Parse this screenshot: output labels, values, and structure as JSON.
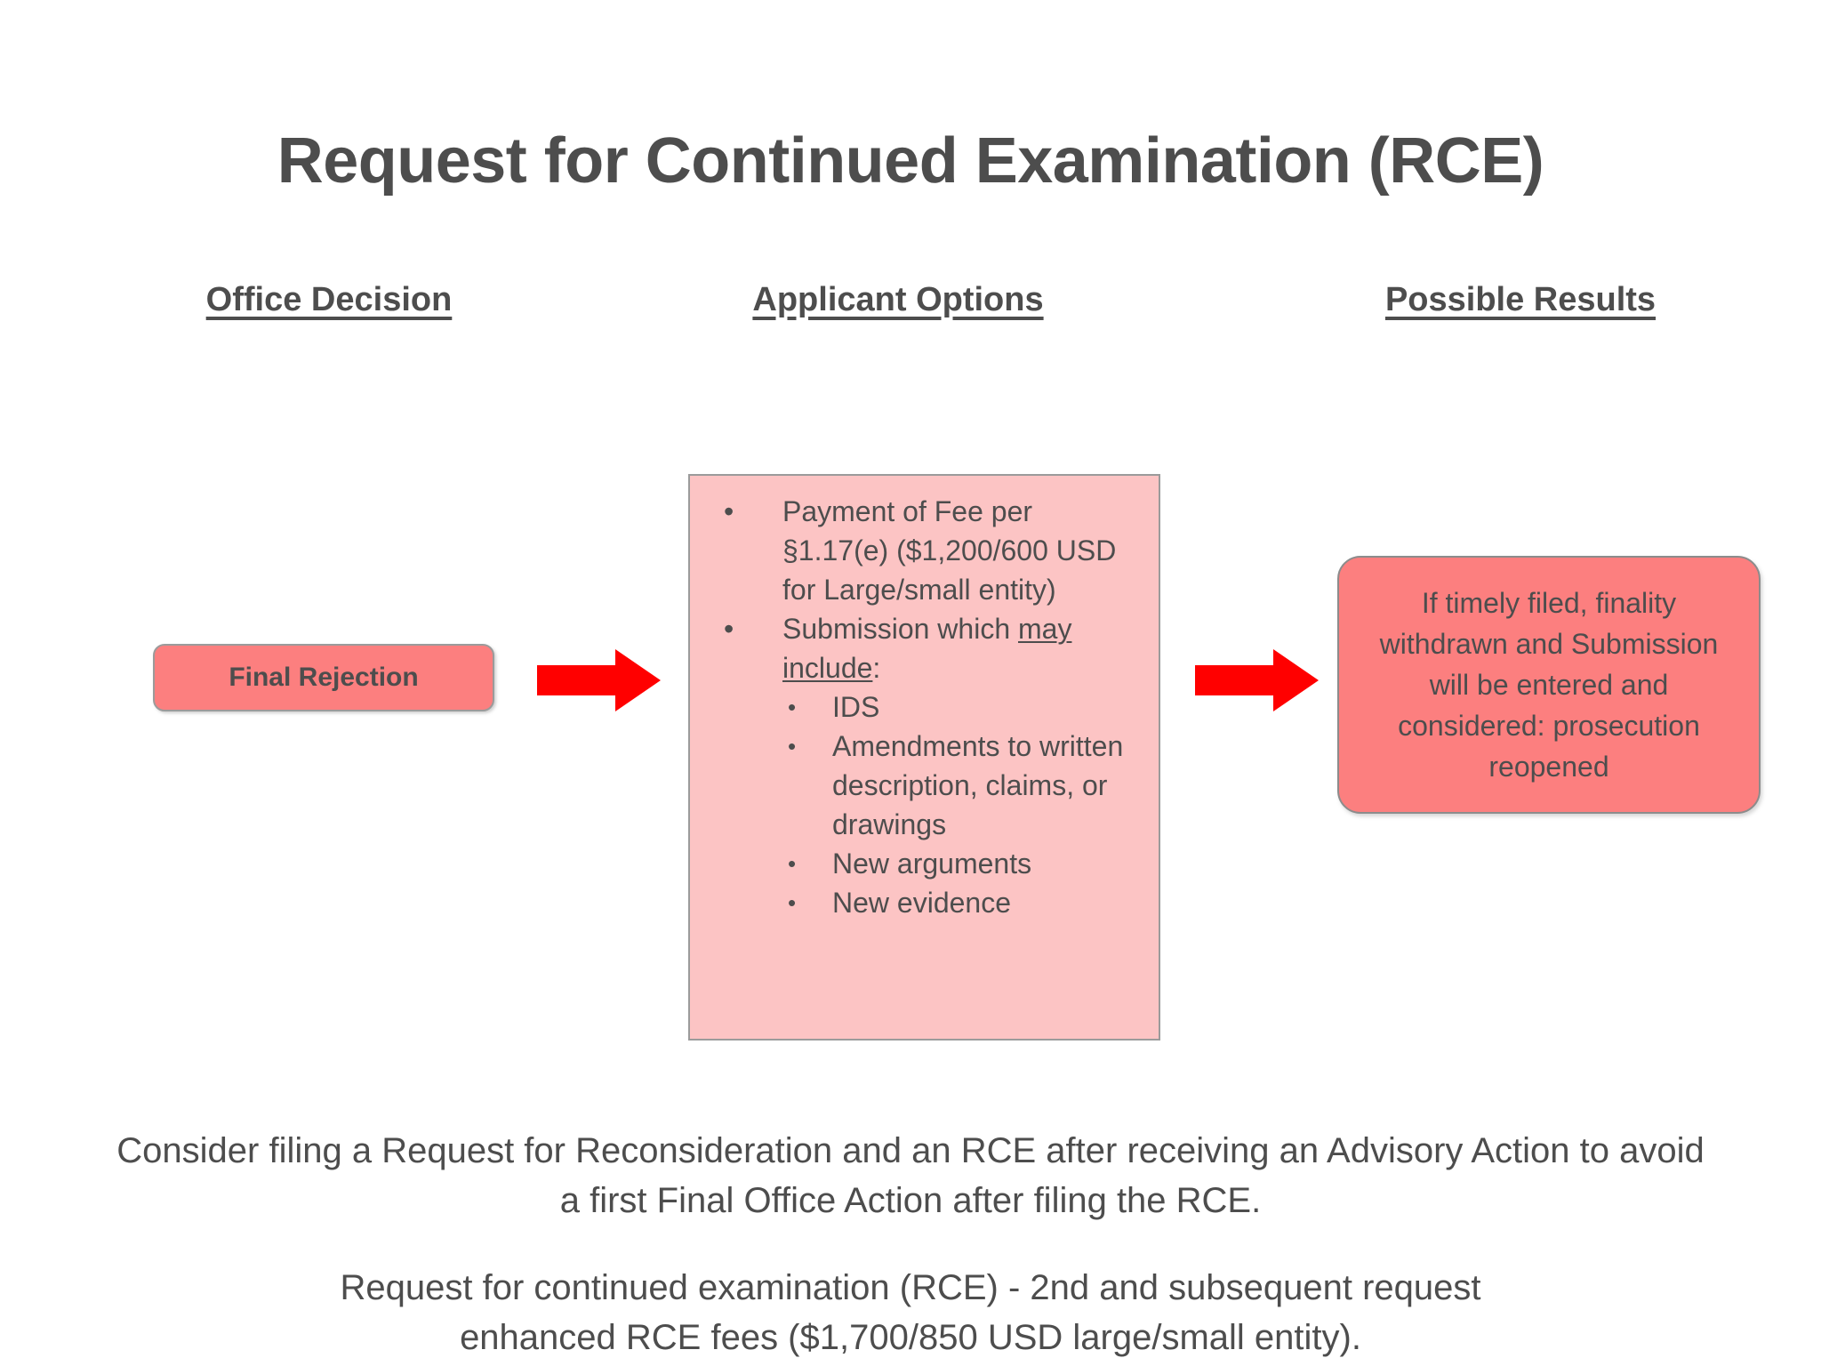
{
  "slide": {
    "title": "Request for Continued Examination (RCE)",
    "background_color": "#ffffff",
    "text_color": "#4d4d4d"
  },
  "columns": [
    {
      "label": "Office Decision"
    },
    {
      "label": "Applicant Options"
    },
    {
      "label": "Possible Results"
    }
  ],
  "flow": {
    "office_decision": {
      "label": "Final Rejection",
      "fill_color": "#fc7f7f",
      "border_color": "#9b9b9b"
    },
    "arrow_1": {
      "name": "right-arrow-icon",
      "color": "#ff0000"
    },
    "arrow_2": {
      "name": "right-arrow-icon",
      "color": "#ff0000"
    },
    "applicant_options": {
      "fill_color": "#fcc4c4",
      "border_color": "#9b9b9b",
      "bullets": [
        {
          "text": "Payment of Fee per §1.17(e) ($1,200/600 USD for Large/small entity)",
          "bullet_glyph": "•"
        },
        {
          "text_before": "Submission which ",
          "text_underlined": "may include",
          "text_after": ":",
          "bullet_glyph": "•",
          "sub_bullets": [
            {
              "text": "IDS",
              "bullet_glyph": "•"
            },
            {
              "text": "Amendments to written description, claims, or drawings",
              "bullet_glyph": "•"
            },
            {
              "text": "New arguments",
              "bullet_glyph": "•"
            },
            {
              "text": "New evidence",
              "bullet_glyph": "•"
            }
          ]
        }
      ]
    },
    "possible_result": {
      "text": "If timely filed, finality withdrawn and Submission will be entered and considered: prosecution reopened",
      "fill_color": "#fc7f7f",
      "border_color": "#8c8c8c"
    }
  },
  "footer": {
    "paragraphs": [
      "Consider filing a Request for Reconsideration and an RCE after receiving an Advisory Action to avoid a first Final Office Action after filing the RCE.",
      "Request for continued examination (RCE) - 2nd and subsequent request enhanced RCE fees ($1,700/850 USD large/small entity)."
    ]
  }
}
